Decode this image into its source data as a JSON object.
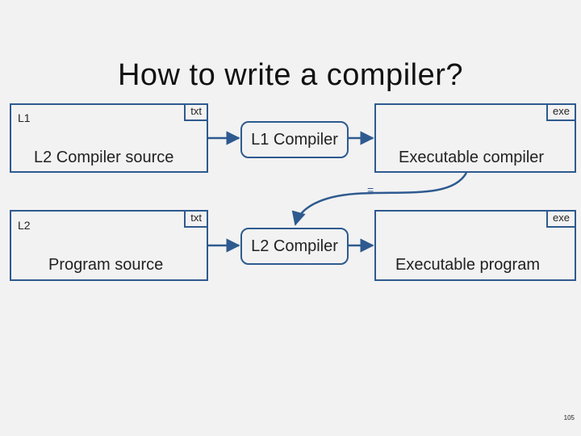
{
  "slide": {
    "title": "How to write a compiler?",
    "page_number": "105"
  },
  "row1": {
    "source": {
      "lang": "L1",
      "ext": "txt",
      "name": "L2 Compiler source"
    },
    "compiler": {
      "name": "L1 Compiler"
    },
    "output": {
      "ext": "exe",
      "name": "Executable compiler"
    }
  },
  "equals_sign": "=",
  "row2": {
    "source": {
      "lang": "L2",
      "ext": "txt",
      "name": "Program source"
    },
    "compiler": {
      "name": "L2 Compiler"
    },
    "output": {
      "ext": "exe",
      "name": "Executable program"
    }
  },
  "colors": {
    "border": "#2e5a8f",
    "background": "#f2f2f2"
  }
}
